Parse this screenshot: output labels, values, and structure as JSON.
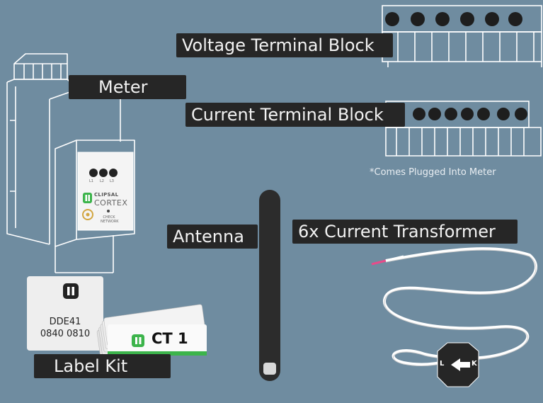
{
  "labels": {
    "voltage_terminal_block": "Voltage Terminal Block",
    "meter": "Meter",
    "current_terminal_block": "Current Terminal Block",
    "comes_plugged": "*Comes Plugged Into Meter",
    "antenna": "Antenna",
    "current_transformer": "6x Current Transformer",
    "label_kit": "Label Kit"
  },
  "meter_face": {
    "brand_small": "CLIPSAL",
    "brand_large": "CORTEX",
    "led_labels": [
      "L1",
      "L2",
      "L3"
    ],
    "button_label": "CHECK NETWORK"
  },
  "label_card": {
    "line1": "DDE41",
    "line2": "0840 0810"
  },
  "ct_tag": {
    "text": "CT 1"
  },
  "ct_connector": {
    "left": "L",
    "right": "K"
  },
  "colors": {
    "background": "#6f8ca0",
    "label_bg": "#262626",
    "label_text": "#f2f2f2",
    "line_art": "#ffffff",
    "brand_green": "#3cb44b"
  }
}
